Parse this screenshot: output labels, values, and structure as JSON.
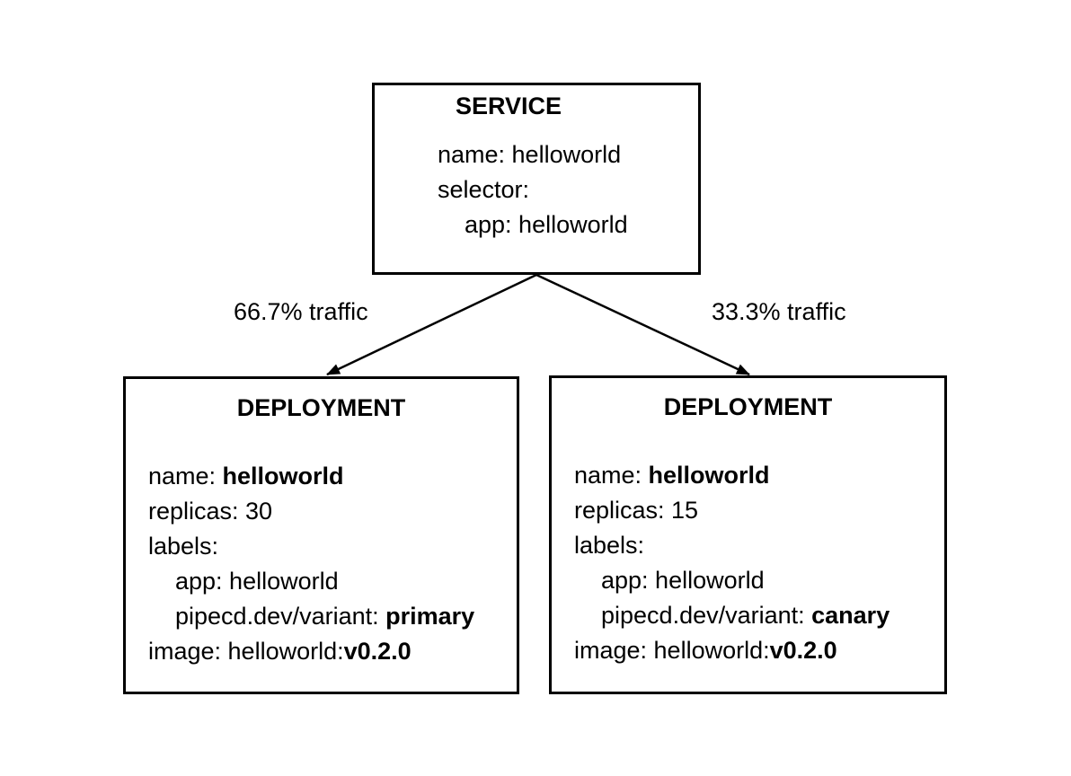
{
  "colors": {
    "ink": "#000000",
    "background": "#ffffff"
  },
  "service": {
    "title": "SERVICE",
    "lines": [
      {
        "plain": "name: helloworld",
        "bold": ""
      },
      {
        "plain": "selector:",
        "bold": ""
      },
      {
        "plain": "app: helloworld",
        "bold": ""
      }
    ]
  },
  "edges": {
    "primary": {
      "label": "66.7% traffic"
    },
    "canary": {
      "label": "33.3% traffic"
    }
  },
  "deployments": {
    "primary": {
      "title": "DEPLOYMENT",
      "lines": [
        {
          "plain": "name: ",
          "bold": "helloworld"
        },
        {
          "plain": "replicas: 30",
          "bold": ""
        },
        {
          "plain": "labels:",
          "bold": ""
        },
        {
          "plain": "app: helloworld",
          "bold": ""
        },
        {
          "plain": "pipecd.dev/variant: ",
          "bold": "primary"
        },
        {
          "plain": "image: helloworld:",
          "bold": "v0.2.0"
        }
      ]
    },
    "canary": {
      "title": "DEPLOYMENT",
      "lines": [
        {
          "plain": "name: ",
          "bold": "helloworld"
        },
        {
          "plain": "replicas: 15",
          "bold": ""
        },
        {
          "plain": "labels:",
          "bold": ""
        },
        {
          "plain": "app: helloworld",
          "bold": ""
        },
        {
          "plain": "pipecd.dev/variant: ",
          "bold": "canary"
        },
        {
          "plain": "image: helloworld:",
          "bold": "v0.2.0"
        }
      ]
    }
  }
}
